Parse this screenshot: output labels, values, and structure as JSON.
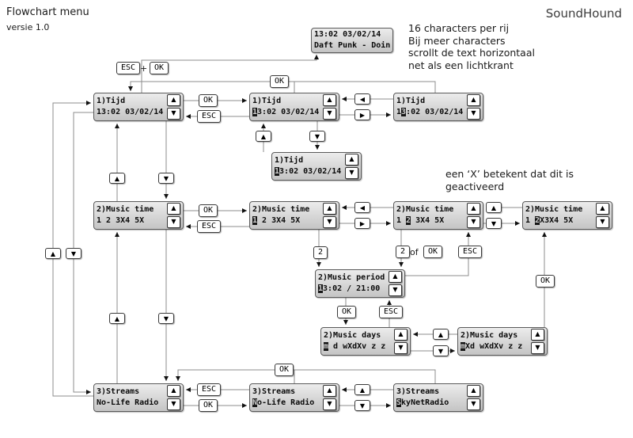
{
  "header": {
    "title": "Flowchart menu",
    "version": "versie 1.0",
    "brand": "SoundHound"
  },
  "notes": {
    "chars_line1": "16 characters per rij",
    "chars_line2": "Bij meer characters",
    "chars_line3": "scrollt de text horizontaal",
    "chars_line4": "net als een lichtkrant",
    "x_line1": "een ‘X’ betekent dat dit is",
    "x_line2": "geactiveerd"
  },
  "labels": {
    "ok": "OK",
    "esc": "ESC",
    "plus": "+",
    "two": "2",
    "of": "of"
  },
  "icons": {
    "up": "▲",
    "down": "▼",
    "left": "◀",
    "right": "▶"
  },
  "displays": {
    "clock": {
      "l1": "13:02 03/02/14",
      "pre": "Daft Punk - Doin",
      "cur": "",
      "post": ""
    },
    "tijd_main": {
      "l1": "1)Tijd",
      "pre": "13:02 03/02/14",
      "cur": "",
      "post": ""
    },
    "tijd_edit_pos1": {
      "l1": "1)Tijd",
      "pre": "",
      "cur": "1",
      "post": "3:02 03/02/14"
    },
    "tijd_edit_pos2": {
      "l1": "1)Tijd",
      "pre": "1",
      "cur": "3",
      "post": ":02 03/02/14"
    },
    "tijd_edit_value": {
      "l1": "1)Tijd",
      "pre": "",
      "cur": "1",
      "post": "3:02 03/02/14"
    },
    "music_main": {
      "l1": "2)Music time",
      "pre": "1 2 3X4 5X",
      "cur": "",
      "post": ""
    },
    "music_edit_pos1": {
      "l1": "2)Music time",
      "pre": "",
      "cur": "1",
      "post": " 2 3X4 5X"
    },
    "music_edit_pos2": {
      "l1": "2)Music time",
      "pre": "1 ",
      "cur": "2",
      "post": " 3X4 5X"
    },
    "music_edit_active": {
      "l1": "2)Music time",
      "pre": "1 ",
      "cur": "2",
      "post": "X3X4 5X"
    },
    "music_period": {
      "l1": "2)Music period",
      "pre": "",
      "cur": "1",
      "post": "3:02 / 21:00"
    },
    "music_days": {
      "l1": "2)Music days",
      "pre": "",
      "cur": "m",
      "post": " d wXdXv z z"
    },
    "music_days_active": {
      "l1": "2)Music days",
      "pre": "",
      "cur": "m",
      "post": "Xd wXdXv z z"
    },
    "streams_main": {
      "l1": "3)Streams",
      "pre": "No-Life Radio",
      "cur": "",
      "post": ""
    },
    "streams_edit": {
      "l1": "3)Streams",
      "pre": "",
      "cur": "N",
      "post": "o-Life Radio"
    },
    "streams_edit_alt": {
      "l1": "3)Streams",
      "pre": "",
      "cur": "S",
      "post": "kyNetRadio"
    }
  }
}
